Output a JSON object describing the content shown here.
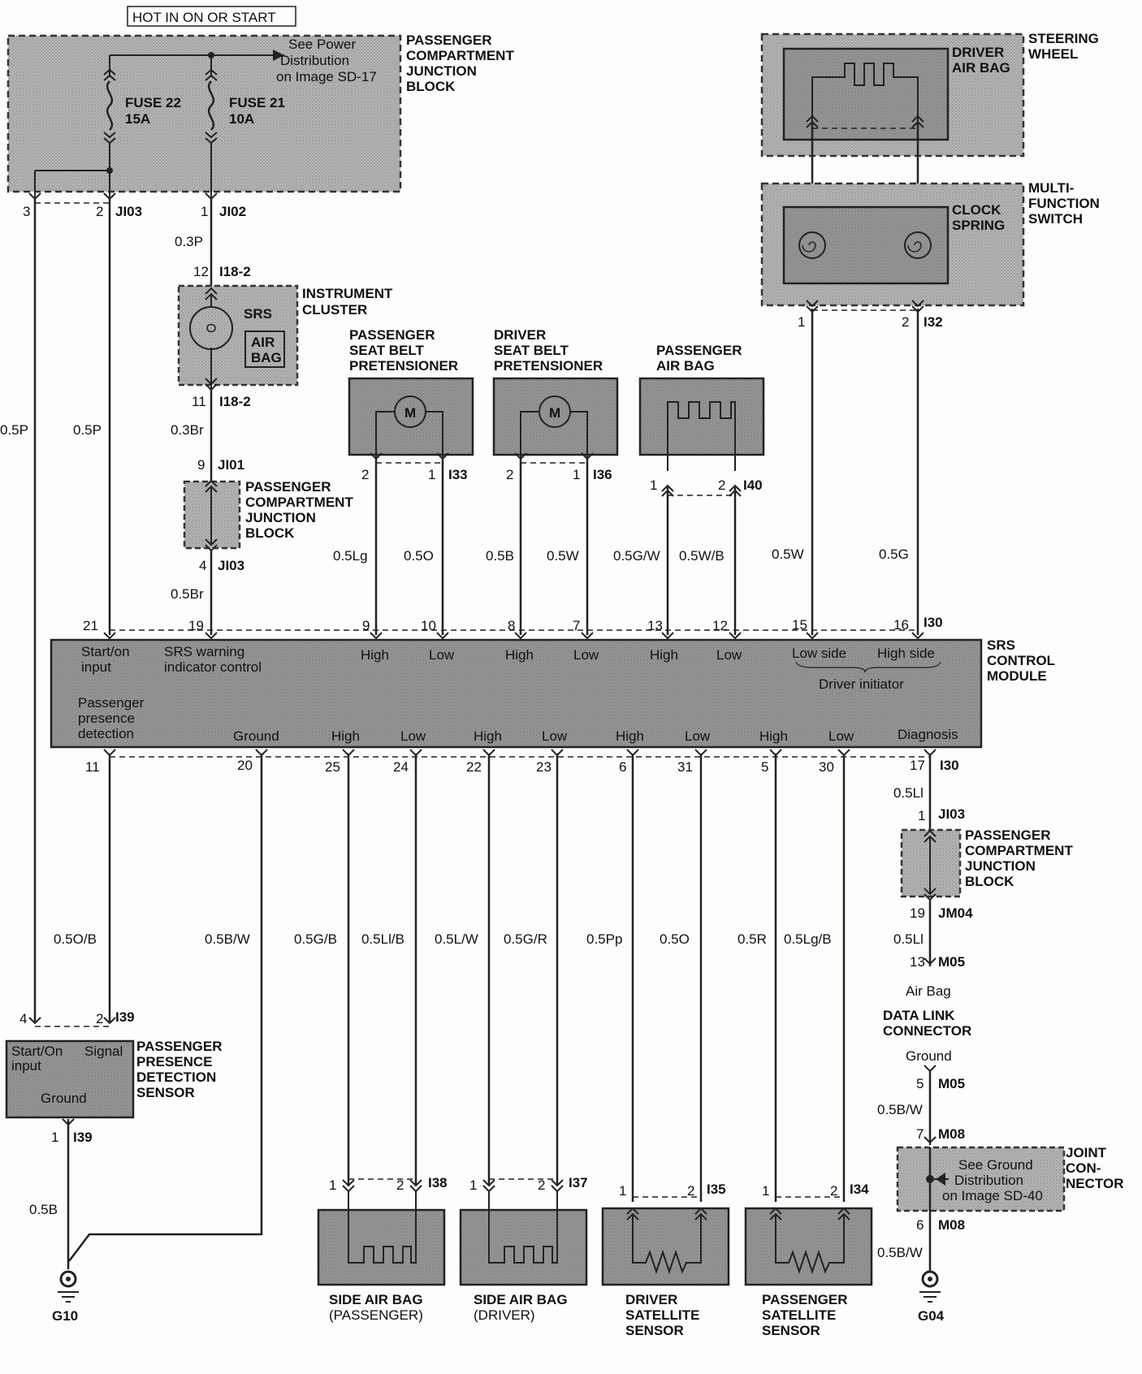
{
  "header": {
    "hot_label": "HOT IN ON OR START"
  },
  "pcjb_top": {
    "name": "PASSENGER COMPARTMENT JUNCTION BLOCK",
    "lines": [
      "PASSENGER",
      "COMPARTMENT",
      "JUNCTION",
      "BLOCK"
    ],
    "fuse22": [
      "FUSE 22",
      "15A"
    ],
    "fuse21": [
      "FUSE 21",
      "10A"
    ],
    "see_power": [
      "See Power",
      "Distribution",
      "on Image SD-17"
    ]
  },
  "steering": {
    "driver_airbag": [
      "DRIVER",
      "AIR BAG"
    ],
    "steering_wheel": [
      "STEERING",
      "WHEEL"
    ],
    "clock_spring": [
      "CLOCK",
      "SPRING"
    ],
    "multi_function": [
      "MULTI-",
      "FUNCTION",
      "SWITCH"
    ]
  },
  "instrument": {
    "srs": "SRS",
    "airbag": [
      "AIR",
      "BAG"
    ],
    "name": [
      "INSTRUMENT",
      "CLUSTER"
    ]
  },
  "pcjb_mid": [
    "PASSENGER",
    "COMPARTMENT",
    "JUNCTION",
    "BLOCK"
  ],
  "pcjb_right": [
    "PASSENGER",
    "COMPARTMENT",
    "JUNCTION",
    "BLOCK"
  ],
  "components_top": {
    "pass_belt": [
      "PASSENGER",
      "SEAT BELT",
      "PRETENSIONER"
    ],
    "drv_belt": [
      "DRIVER",
      "SEAT BELT",
      "PRETENSIONER"
    ],
    "pass_airbag": [
      "PASSENGER",
      "AIR BAG"
    ],
    "motor": "M"
  },
  "connectors": {
    "j103": "JI03",
    "j102": "JI02",
    "i18": "I18-2",
    "j101": "JI01",
    "i33": "I33",
    "i36": "I36",
    "i40": "I40",
    "i32": "I32",
    "i30": "I30",
    "i39": "I39",
    "i38": "I38",
    "i37": "I37",
    "i35": "I35",
    "i34": "I34",
    "jm04": "JM04",
    "m05": "M05",
    "m08": "M08"
  },
  "pins": {
    "p3": "3",
    "p2": "2",
    "p1": "1",
    "p12": "12",
    "p11": "11",
    "p9": "9",
    "p4": "4",
    "p21": "21",
    "p19": "19",
    "p10": "10",
    "p8": "8",
    "p7": "7",
    "p13": "13",
    "p15": "15",
    "p16": "16",
    "p20": "20",
    "p25": "25",
    "p24": "24",
    "p22": "22",
    "p23": "23",
    "p6": "6",
    "p31": "31",
    "p5": "5",
    "p30": "30",
    "p17": "17",
    "p7b": "7",
    "p6b": "6",
    "p13b": "13",
    "p5b": "5",
    "p19b": "19",
    "p2b": "2",
    "p1b": "1"
  },
  "wires": {
    "w03p": "0.3P",
    "w05p_a": "0.5P",
    "w05p_b": "0.5P",
    "w03br": "0.3Br",
    "w05br": "0.5Br",
    "w05lg": "0.5Lg",
    "w05o": "0.5O",
    "w05b": "0.5B",
    "w05w": "0.5W",
    "w05gw": "0.5G/W",
    "w05wb": "0.5W/B",
    "w05w2": "0.5W",
    "w05g": "0.5G",
    "w05ob": "0.5O/B",
    "w05bw": "0.5B/W",
    "w05gb": "0.5G/B",
    "w05lib": "0.5Ll/B",
    "w05lw": "0.5L/W",
    "w05gr": "0.5G/R",
    "w05pp": "0.5Pp",
    "w05o2": "0.5O",
    "w05r": "0.5R",
    "w05lgb": "0.5Lg/B",
    "w05li_a": "0.5Ll",
    "w05li_b": "0.5Ll",
    "w05bw2": "0.5B/W",
    "w05bw3": "0.5B/W",
    "w05b2": "0.5B"
  },
  "srs_module": {
    "name": [
      "SRS",
      "CONTROL",
      "MODULE"
    ],
    "top": [
      "Start/on",
      "input",
      "SRS warning",
      "indicator control",
      "High",
      "Low",
      "High",
      "Low",
      "High",
      "Low",
      "Low side",
      "High side",
      "Driver initiator"
    ],
    "bottom": [
      "Passenger",
      "presence",
      "detection",
      "Ground",
      "High",
      "Low",
      "High",
      "Low",
      "High",
      "Low",
      "High",
      "Low",
      "Diagnosis"
    ]
  },
  "pps": {
    "startOn": [
      "Start/On",
      "input"
    ],
    "signal": "Signal",
    "ground": "Ground",
    "name": [
      "PASSENGER",
      "PRESENCE",
      "DETECTION",
      "SENSOR"
    ]
  },
  "dlc": {
    "airbag": "Air Bag",
    "name": [
      "DATA LINK",
      "CONNECTOR"
    ],
    "ground": "Ground"
  },
  "joint": {
    "see": [
      "See Ground",
      "Distribution",
      "on Image SD-40"
    ],
    "name": [
      "JOINT",
      "CON-",
      "NECTOR"
    ]
  },
  "bottom_components": {
    "side_pass": [
      "SIDE AIR BAG",
      "(PASSENGER)"
    ],
    "side_drv": [
      "SIDE AIR BAG",
      "(DRIVER)"
    ],
    "drv_sat": [
      "DRIVER",
      "SATELLITE",
      "SENSOR"
    ],
    "pass_sat": [
      "PASSENGER",
      "SATELLITE",
      "SENSOR"
    ]
  },
  "grounds": {
    "g10": "G10",
    "g04": "G04"
  },
  "colors": {
    "box_fill": "#8e8e8e",
    "dashed_fill": "#a9a9a9",
    "line": "#222222"
  }
}
